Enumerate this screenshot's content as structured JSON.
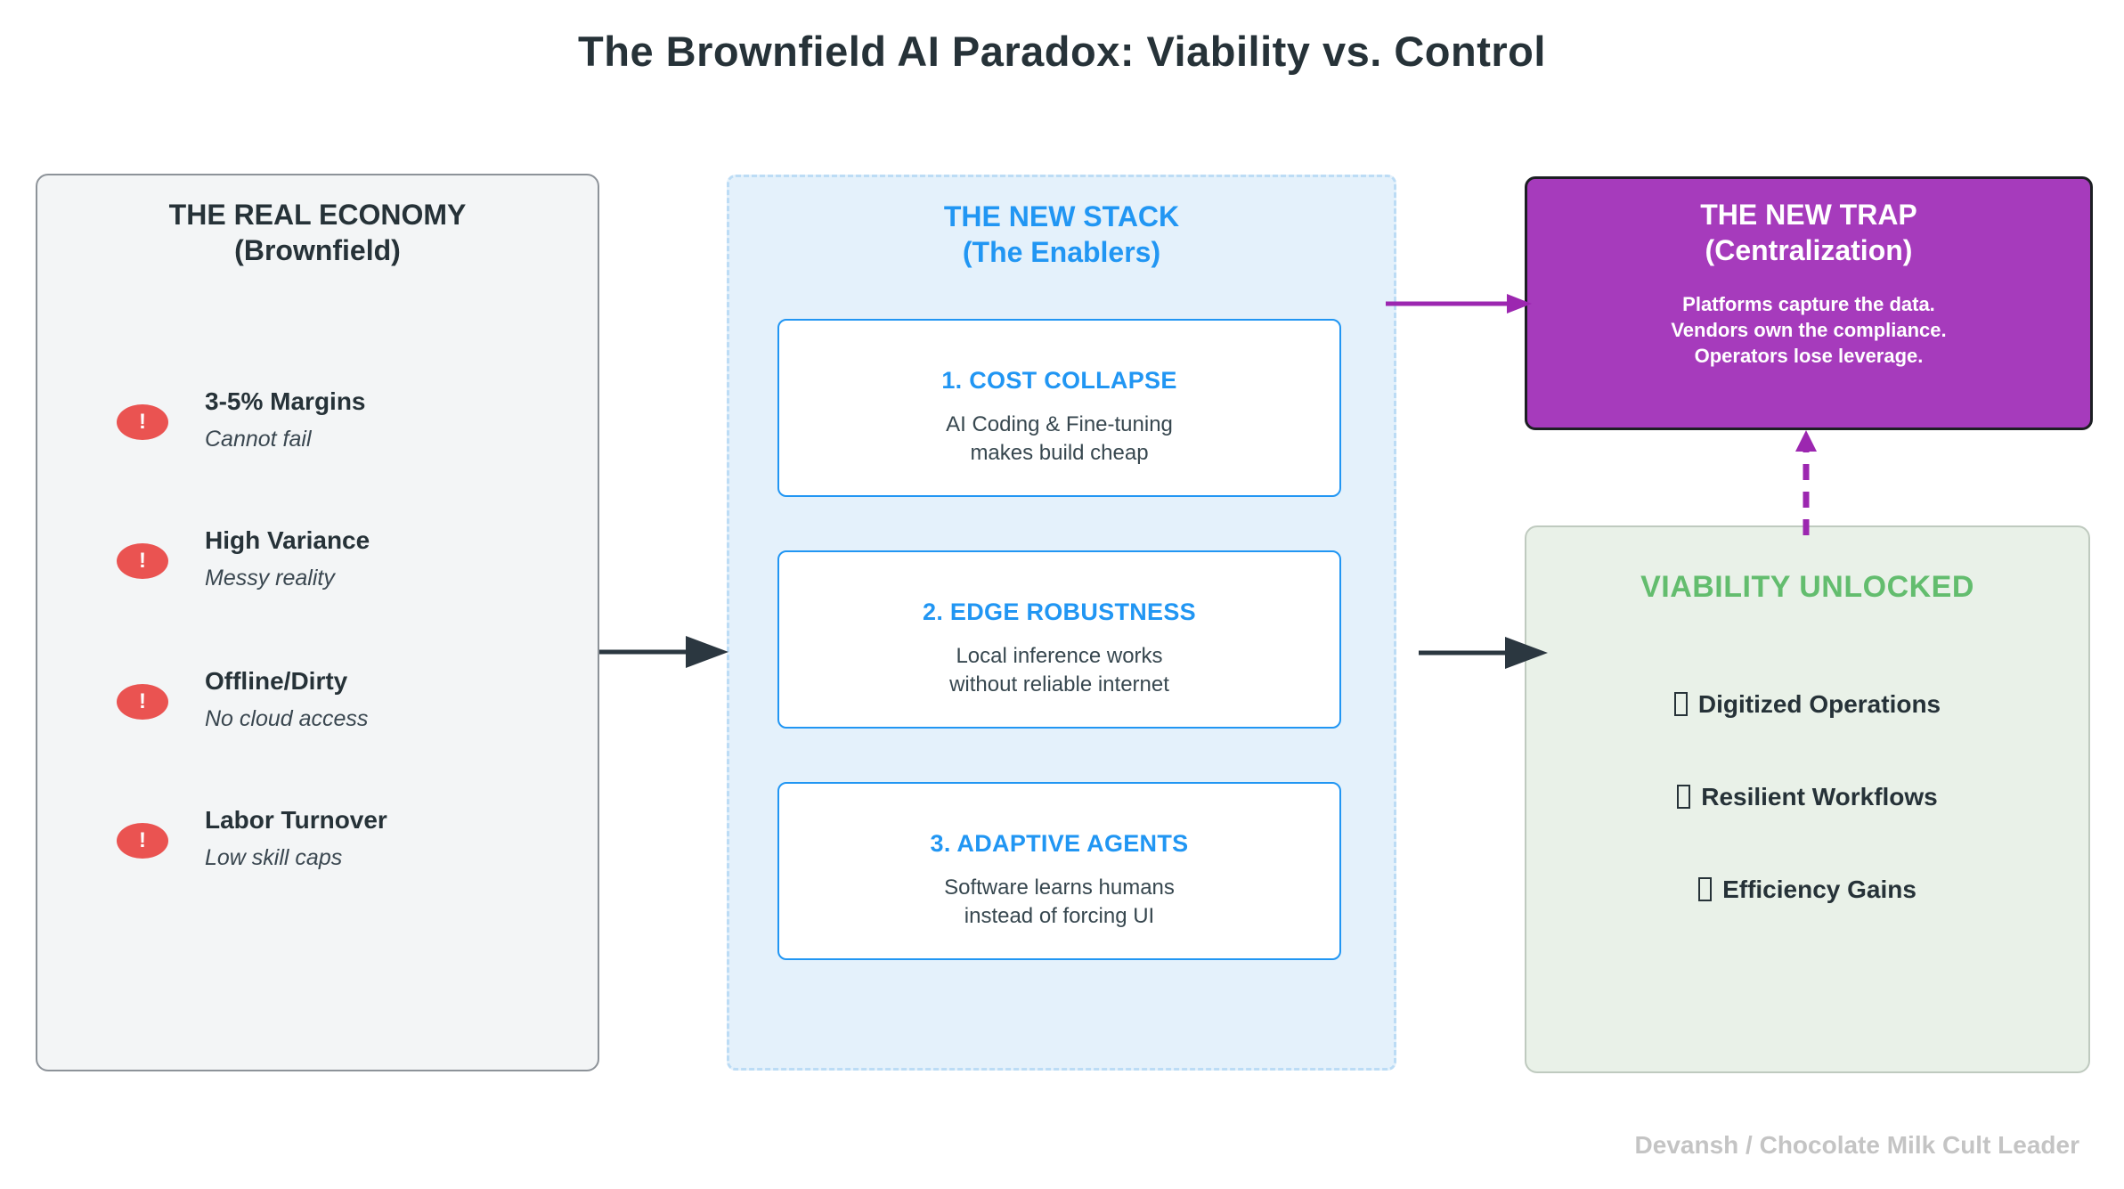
{
  "title": "The Brownfield AI Paradox: Viability vs. Control",
  "colors": {
    "ink": "#263238",
    "blue": "#2196f3",
    "red": "#ea5351",
    "purple": "#a63bbc",
    "purple_line": "#9c27b0",
    "green": "#63bd6e",
    "green_bg": "#e9f1e8",
    "stack_bg": "#e4f1fb",
    "left_bg": "#f3f5f6",
    "arrow_dark": "#2b3740"
  },
  "left_panel": {
    "title_line1": "THE REAL ECONOMY",
    "title_line2": "(Brownfield)",
    "warning_glyph": "!",
    "items": [
      {
        "label": "3-5% Margins",
        "note": "Cannot fail"
      },
      {
        "label": "High Variance",
        "note": "Messy reality"
      },
      {
        "label": "Offline/Dirty",
        "note": "No cloud access"
      },
      {
        "label": "Labor Turnover",
        "note": "Low skill caps"
      }
    ]
  },
  "middle_panel": {
    "title_line1": "THE NEW STACK",
    "title_line2": "(The Enablers)",
    "boxes": [
      {
        "title": "1. COST COLLAPSE",
        "line1": "AI Coding & Fine-tuning",
        "line2": "makes build cheap"
      },
      {
        "title": "2. EDGE ROBUSTNESS",
        "line1": "Local inference works",
        "line2": "without reliable internet"
      },
      {
        "title": "3. ADAPTIVE AGENTS",
        "line1": "Software learns humans",
        "line2": "instead of forcing UI"
      }
    ]
  },
  "trap_panel": {
    "title_line1": "THE NEW TRAP",
    "title_line2": "(Centralization)",
    "body_line1": "Platforms capture the data.",
    "body_line2": "Vendors own the compliance.",
    "body_line3": "Operators lose leverage."
  },
  "viability_panel": {
    "title": "VIABILITY UNLOCKED",
    "items": [
      "Digitized Operations",
      "Resilient Workflows",
      "Efficiency Gains"
    ]
  },
  "footer": {
    "credit": "Devansh / Chocolate Milk Cult Leader"
  }
}
